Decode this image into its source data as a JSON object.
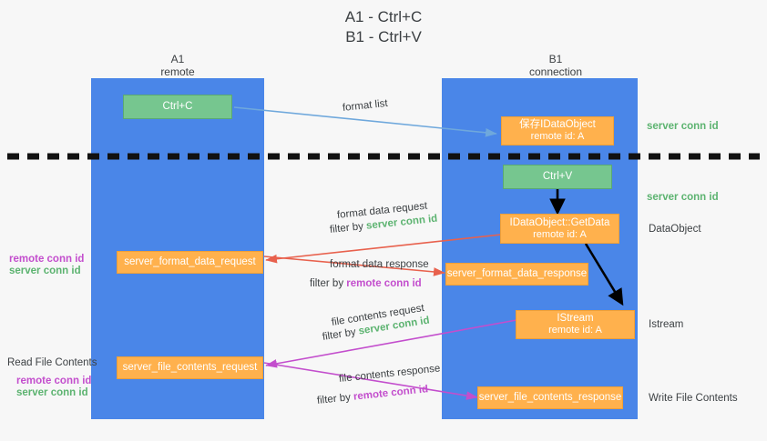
{
  "title": {
    "line1": "A1 - Ctrl+C",
    "line2": "B1 - Ctrl+V"
  },
  "columns": [
    {
      "name": "A1",
      "subtitle": "remote"
    },
    {
      "name": "B1",
      "subtitle": "connection"
    }
  ],
  "nodes": {
    "ctrl_c": {
      "label": "Ctrl+C"
    },
    "save_dataobject": {
      "line1": "保存IDataObject",
      "line2": "remote id: A"
    },
    "ctrl_v": {
      "label": "Ctrl+V"
    },
    "getdata": {
      "line1": "IDataObject::GetData",
      "line2": "remote id: A"
    },
    "istream": {
      "line1": "IStream",
      "line2": "remote id: A"
    },
    "format_data_request": {
      "label": "server_format_data_request"
    },
    "format_data_response": {
      "label": "server_format_data_response"
    },
    "file_contents_request": {
      "label": "server_file_contents_request"
    },
    "file_contents_response": {
      "label": "server_file_contents_response"
    }
  },
  "annotations": {
    "format_list": "format list",
    "format_data_request": "format data request",
    "format_data_request_filter_prefix": "filter by ",
    "format_data_request_filter_key": "server conn id",
    "format_data_response": "format data response",
    "format_data_response_filter_prefix": "filter by ",
    "format_data_response_filter_key": "remote conn id",
    "file_contents_request": "file contents request",
    "file_contents_request_filter_prefix": "filter by ",
    "file_contents_request_filter_key": "server conn id",
    "file_contents_response": "file contents response",
    "file_contents_response_filter_prefix": "filter by ",
    "file_contents_response_filter_key": "remote conn id"
  },
  "margins": {
    "right_server_conn_id_1": "server conn id",
    "right_server_conn_id_2": "server conn id",
    "right_dataobject": "DataObject",
    "right_istream": "Istream",
    "right_write_file_contents": "Write File Contents",
    "left_remote_conn_id_1": "remote conn id",
    "left_server_conn_id_1": "server conn id",
    "left_read_file_contents": "Read File Contents",
    "left_remote_conn_id_2": "remote conn id",
    "left_server_conn_id_2": "server conn id"
  },
  "colors": {
    "lane": "#4a86e8",
    "green_node": "#76c68f",
    "orange_node": "#ffb14d",
    "server_conn_id": "#5cb370",
    "remote_conn_id": "#c34ecd",
    "arrow_blue": "#6fa8dc",
    "arrow_red": "#e8614d",
    "arrow_magenta": "#c34ecd",
    "arrow_black": "#000000",
    "background": "#f7f7f7"
  }
}
